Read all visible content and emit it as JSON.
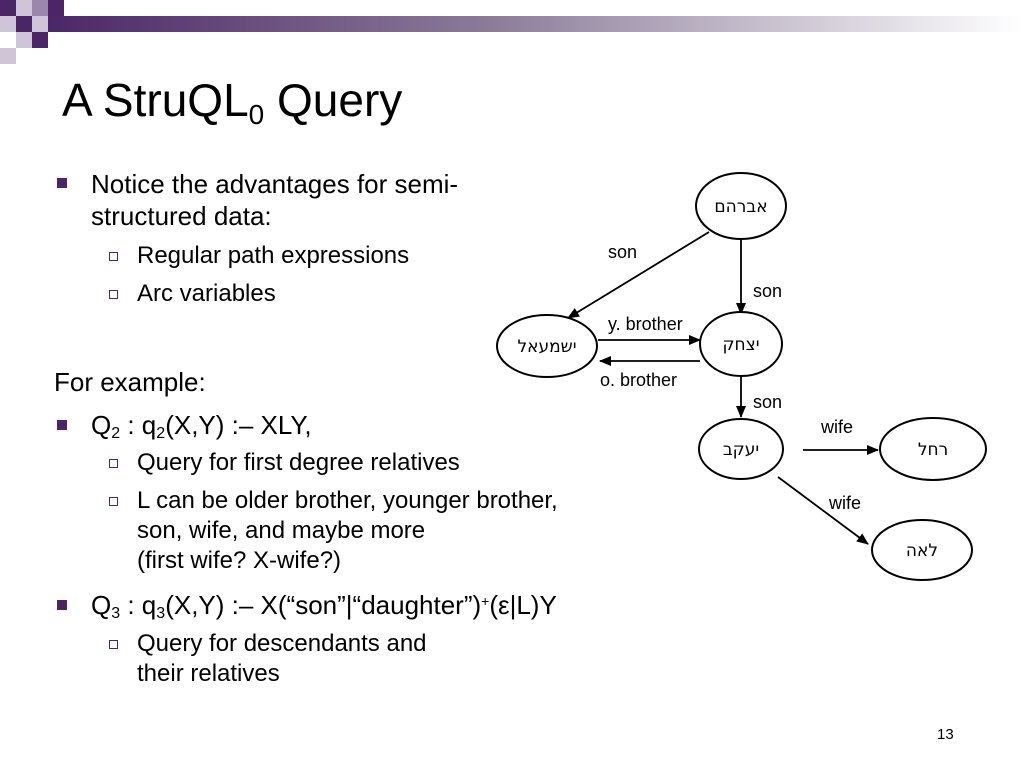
{
  "slide": {
    "title_main": "A StruQL",
    "title_sub": "0",
    "title_tail": "Query",
    "page_number": "13"
  },
  "bullets": {
    "notice_line1": "Notice the advantages for semi-",
    "notice_line2": "structured data:",
    "sub_regular": "Regular path expressions",
    "sub_arc": "Arc variables",
    "for_example": "For example:",
    "q2_a": "Q",
    "q2_sub1": "2",
    "q2_b": " : q",
    "q2_sub2": "2",
    "q2_c": "(X,Y) :– XLY,",
    "q2_sub_first": "Query for first degree relatives",
    "q2_sub_l_line1": "L can be older brother, younger brother,",
    "q2_sub_l_line2": "son, wife, and maybe more",
    "q2_sub_l_line3": "(first wife? X-wife?)",
    "q3_a": "Q",
    "q3_sub1": "3",
    "q3_b": " : q",
    "q3_sub2": "3",
    "q3_c": "(X,Y) :– X(“son”|“daughter”)",
    "q3_sup": "+",
    "q3_d": "(ε|L)Y",
    "q3_sub_line1": "Query for descendants and",
    "q3_sub_line2": "their relatives"
  },
  "graph": {
    "nodes": {
      "avraham": "אברהם",
      "yishmael": "ישמעאל",
      "yitzchak": "יצחק",
      "yaakov": "יעקב",
      "rachel": "רחל",
      "leah": "לאה"
    },
    "edges": {
      "son_1": "son",
      "son_2": "son",
      "y_brother": "y. brother",
      "o_brother": "o. brother",
      "son_3": "son",
      "wife_1": "wife",
      "wife_2": "wife"
    }
  },
  "colors": {
    "accent_dark": "#4b2566",
    "accent_mid": "#9b86ad",
    "accent_light": "#cfc4d8"
  }
}
